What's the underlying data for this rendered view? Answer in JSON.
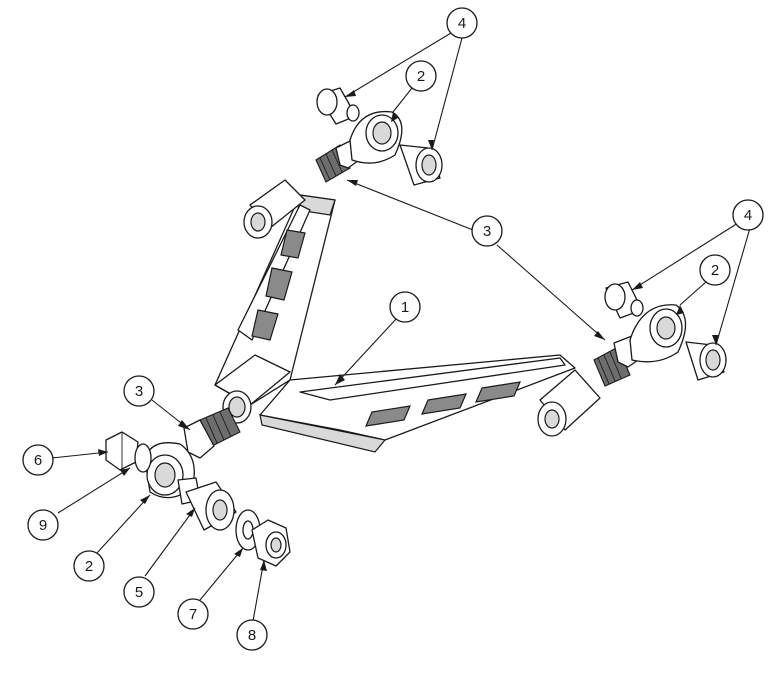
{
  "balloons": [
    {
      "id": "b1",
      "label": "1"
    },
    {
      "id": "b2a",
      "label": "2"
    },
    {
      "id": "b2b",
      "label": "2"
    },
    {
      "id": "b2c",
      "label": "2"
    },
    {
      "id": "b3a",
      "label": "3"
    },
    {
      "id": "b3b",
      "label": "3"
    },
    {
      "id": "b4a",
      "label": "4"
    },
    {
      "id": "b4b",
      "label": "4"
    },
    {
      "id": "b5",
      "label": "5"
    },
    {
      "id": "b6",
      "label": "6"
    },
    {
      "id": "b7",
      "label": "7"
    },
    {
      "id": "b8",
      "label": "8"
    },
    {
      "id": "b9",
      "label": "9"
    }
  ]
}
